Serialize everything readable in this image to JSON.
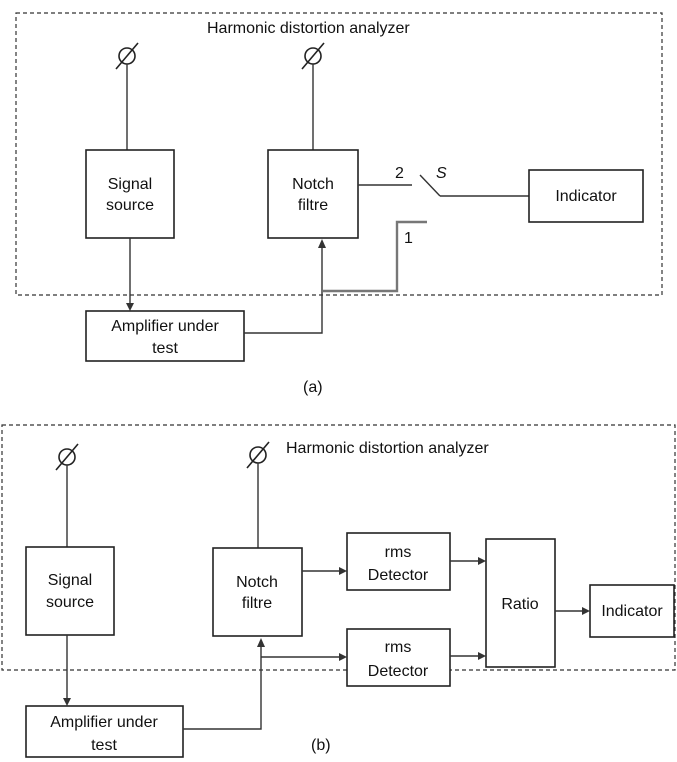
{
  "diagram_a": {
    "region_title": "Harmonic distortion analyzer",
    "signal_source": [
      "Signal",
      "source"
    ],
    "notch_filtre": [
      "Notch",
      "filtre"
    ],
    "indicator": "Indicator",
    "amplifier": [
      "Amplifier under",
      "test"
    ],
    "switch_label": "S",
    "switch_pos_2": "2",
    "switch_pos_1": "1",
    "caption": "(a)"
  },
  "diagram_b": {
    "region_title": "Harmonic distortion analyzer",
    "signal_source": [
      "Signal",
      "source"
    ],
    "notch_filtre": [
      "Notch",
      "filtre"
    ],
    "rms_detector_top": [
      "rms",
      "Detector"
    ],
    "rms_detector_bottom": [
      "rms",
      "Detector"
    ],
    "ratio": "Ratio",
    "indicator": "Indicator",
    "amplifier": [
      "Amplifier under",
      "test"
    ],
    "caption": "(b)"
  }
}
